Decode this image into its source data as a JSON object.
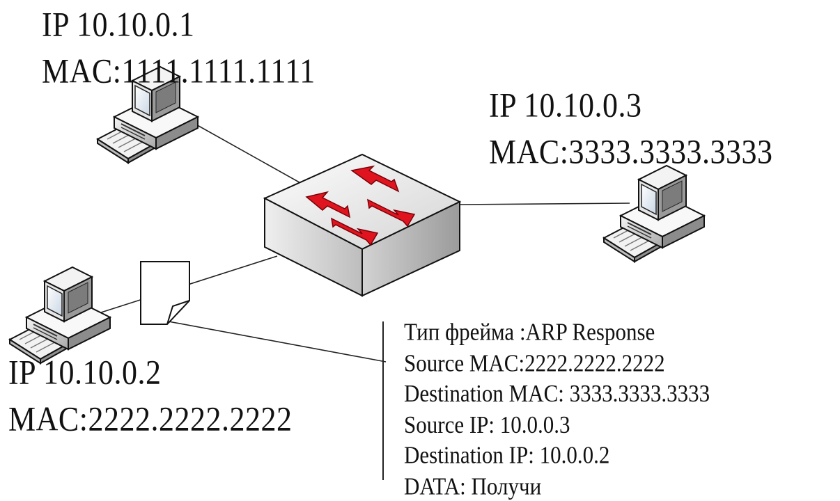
{
  "hosts": {
    "h1": {
      "ip": "IP 10.10.0.1",
      "mac": "MAC:1111.1111.1111"
    },
    "h2": {
      "ip": "IP 10.10.0.2",
      "mac": "MAC:2222.2222.2222"
    },
    "h3": {
      "ip": "IP 10.10.0.3",
      "mac": "MAC:3333.3333.3333"
    }
  },
  "frame": {
    "lines": [
      "Тип фрейма :ARP Response",
      "Source MAC:2222.2222.2222",
      "Destination MAC: 3333.3333.3333",
      "Source IP: 10.0.0.3",
      "Destination IP: 10.0.0.2",
      "DATA: Получи"
    ]
  },
  "icons": {
    "switch": "switch-icon",
    "computer": "computer-icon",
    "frame": "frame-document-icon"
  },
  "colors": {
    "switch_arrows": "#e0141e",
    "line": "#222222",
    "monitor_screen": "#dfe8f2"
  }
}
